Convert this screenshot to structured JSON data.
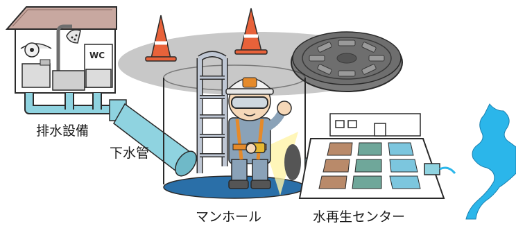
{
  "labels": {
    "drainage": "排水設備",
    "sewer_pipe": "下水管",
    "manhole": "マンホール",
    "water_center": "水再生センター",
    "toilet_sign": "WC"
  },
  "colors": {
    "pipe": "#8fd3e0",
    "pipe_stroke": "#2a2a2a",
    "cone": "#e8623a",
    "manhole_shadow": "#c8c8c8",
    "lid": "#6e6e6e",
    "river": "#2bb6ea",
    "worker_suit": "#8aa2b8",
    "harness": "#e58a2a",
    "helmet": "#f2f2f2",
    "house_roof": "#c8a8a0",
    "light_beam": "#fff4a8",
    "tile_brown": "#b98a6a",
    "tile_green": "#6fa79a",
    "tile_blue": "#7cc6de"
  }
}
